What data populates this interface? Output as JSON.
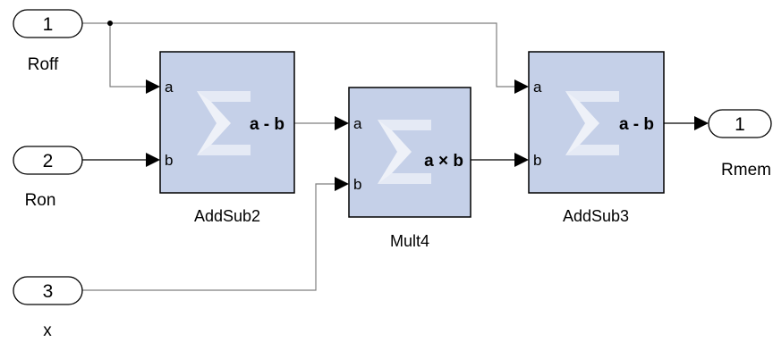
{
  "inports": [
    {
      "number": "1",
      "name": "Roff"
    },
    {
      "number": "2",
      "name": "Ron"
    },
    {
      "number": "3",
      "name": "x"
    }
  ],
  "outports": [
    {
      "number": "1",
      "name": "Rmem"
    }
  ],
  "blocks": [
    {
      "name": "AddSub2",
      "op": "a - b",
      "in_a": "a",
      "in_b": "b",
      "icon": "sigma-logo-icon"
    },
    {
      "name": "Mult4",
      "op": "a × b",
      "in_a": "a",
      "in_b": "b",
      "icon": "sigma-logo-icon"
    },
    {
      "name": "AddSub3",
      "op": "a - b",
      "in_a": "a",
      "in_b": "b",
      "icon": "sigma-logo-icon"
    }
  ],
  "colors": {
    "block_fill": "#c5d0e8",
    "wire": "#7f7f7f",
    "border": "#000000"
  }
}
